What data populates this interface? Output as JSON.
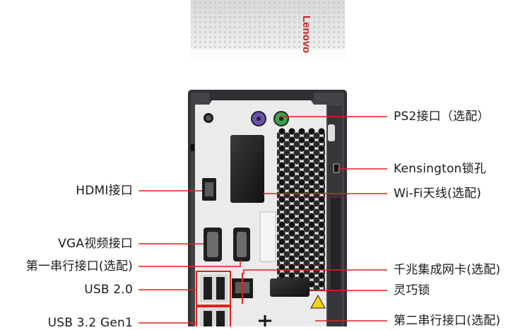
{
  "brand": {
    "logo_text": "Lenovo"
  },
  "colors": {
    "leader": "#e0211d",
    "chassis": "#3a3c40",
    "panel": "#e9e9e9",
    "accent_red": "#c8221e"
  },
  "callouts_right": [
    {
      "id": "ps2",
      "label": "PS2接口（选配）"
    },
    {
      "id": "kensington",
      "label": "Kensington锁孔"
    },
    {
      "id": "wifi",
      "label": "Wi-Fi天线(选配)"
    },
    {
      "id": "lan",
      "label": "千兆集成网卡(选配)"
    },
    {
      "id": "padlock",
      "label": "灵巧锁"
    },
    {
      "id": "serial2",
      "label": "第二串行接口(选配)"
    }
  ],
  "callouts_left": [
    {
      "id": "hdmi",
      "label": "HDMI接口"
    },
    {
      "id": "vga",
      "label": "VGA视频接口"
    },
    {
      "id": "serial1",
      "label": "第一串行接口(选配)"
    },
    {
      "id": "usb2",
      "label": "USB 2.0"
    },
    {
      "id": "usb3",
      "label": "USB 3.2 Gen1"
    }
  ]
}
